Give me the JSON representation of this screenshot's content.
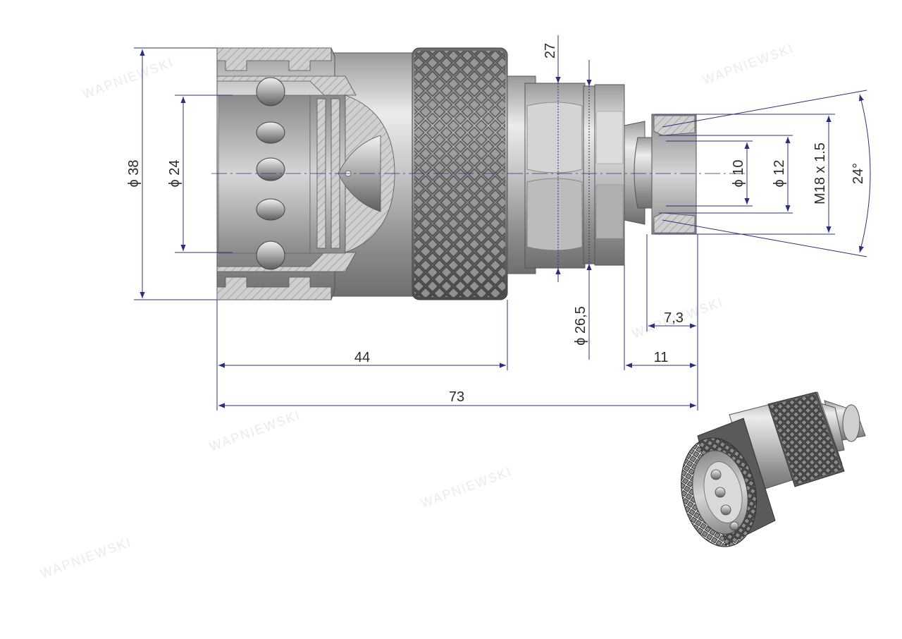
{
  "dimensions": {
    "outer_diameter": "ϕ 38",
    "bore_diameter": "ϕ 24",
    "hex_size": "27",
    "neck_diameter": "ϕ 26,5",
    "hole_10": "ϕ 10",
    "hole_12": "ϕ 12",
    "thread": "M18 x 1.5",
    "cone_angle": "24°",
    "thread_len": "7,3",
    "nipple_len": "11",
    "body_len": "44",
    "total_len": "73"
  },
  "watermark": {
    "text": "WAPNIEWSKI"
  },
  "colors": {
    "dim_line": "#2c2f7a",
    "metal_light": "#e6e6e6",
    "metal_mid": "#b8b8b8",
    "metal_dark": "#7d7d7d",
    "section_fill": "#c9c9c9",
    "hatch": "#7a7a7a",
    "knurl_dark": "#3e3e3e",
    "knurl_light": "#a9a9a9"
  }
}
